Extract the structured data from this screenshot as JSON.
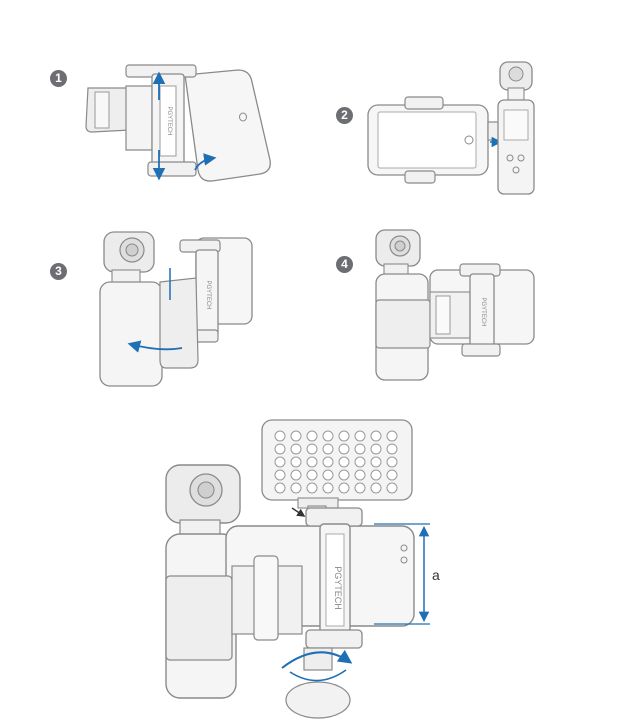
{
  "steps": [
    {
      "number": "1"
    },
    {
      "number": "2"
    },
    {
      "number": "3"
    },
    {
      "number": "4"
    }
  ],
  "brand_mark": "PGYTECH",
  "dimension_label": "a",
  "colors": {
    "outline": "#8a8a8a",
    "fill": "#f3f3f3",
    "dark": "#4a4a4a",
    "arrow": "#1f6fb5",
    "badge": "#6d6e71"
  }
}
